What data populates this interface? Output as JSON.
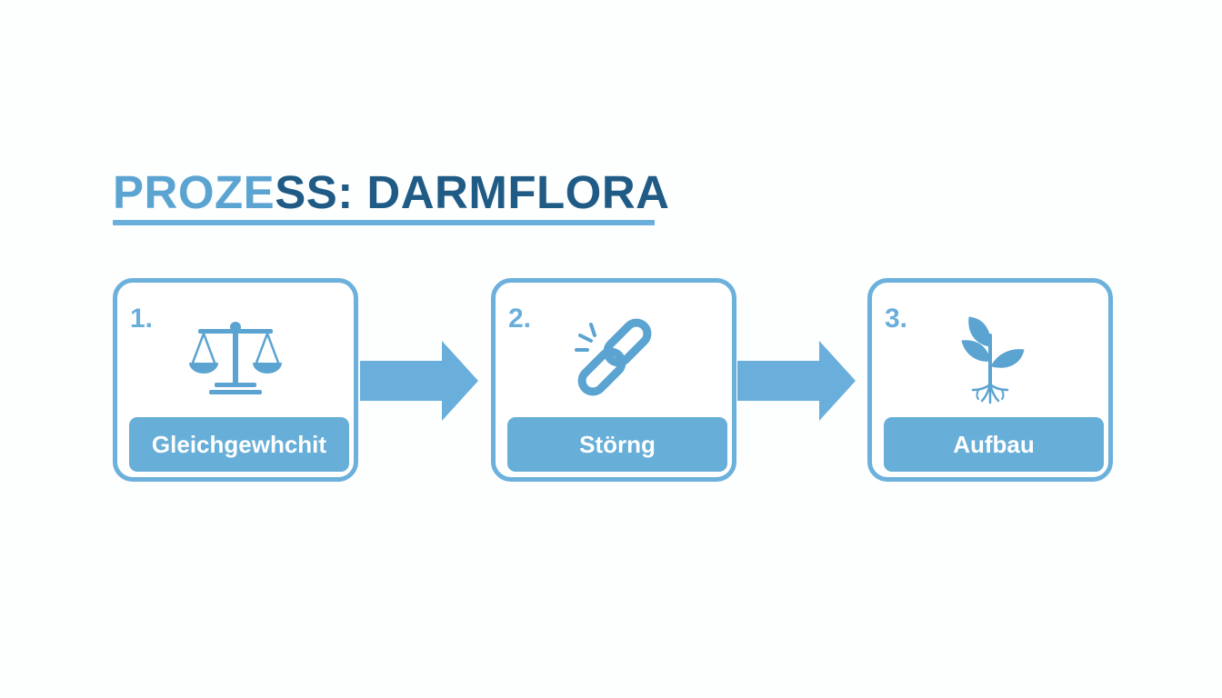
{
  "title": {
    "part_a": "PROZE",
    "part_b": "SS: DARMFLORA"
  },
  "colors": {
    "accent": "#6cb0dc",
    "title_dark": "#1f5b85",
    "title_light": "#5ba4d1",
    "label_bg": "#67aed8"
  },
  "steps": [
    {
      "number": "1.",
      "label": "Gleichgewhchit",
      "icon": "balance-scale-icon"
    },
    {
      "number": "2.",
      "label": "Störng",
      "icon": "broken-chain-icon"
    },
    {
      "number": "3.",
      "label": "Aufbau",
      "icon": "sprout-icon"
    }
  ]
}
